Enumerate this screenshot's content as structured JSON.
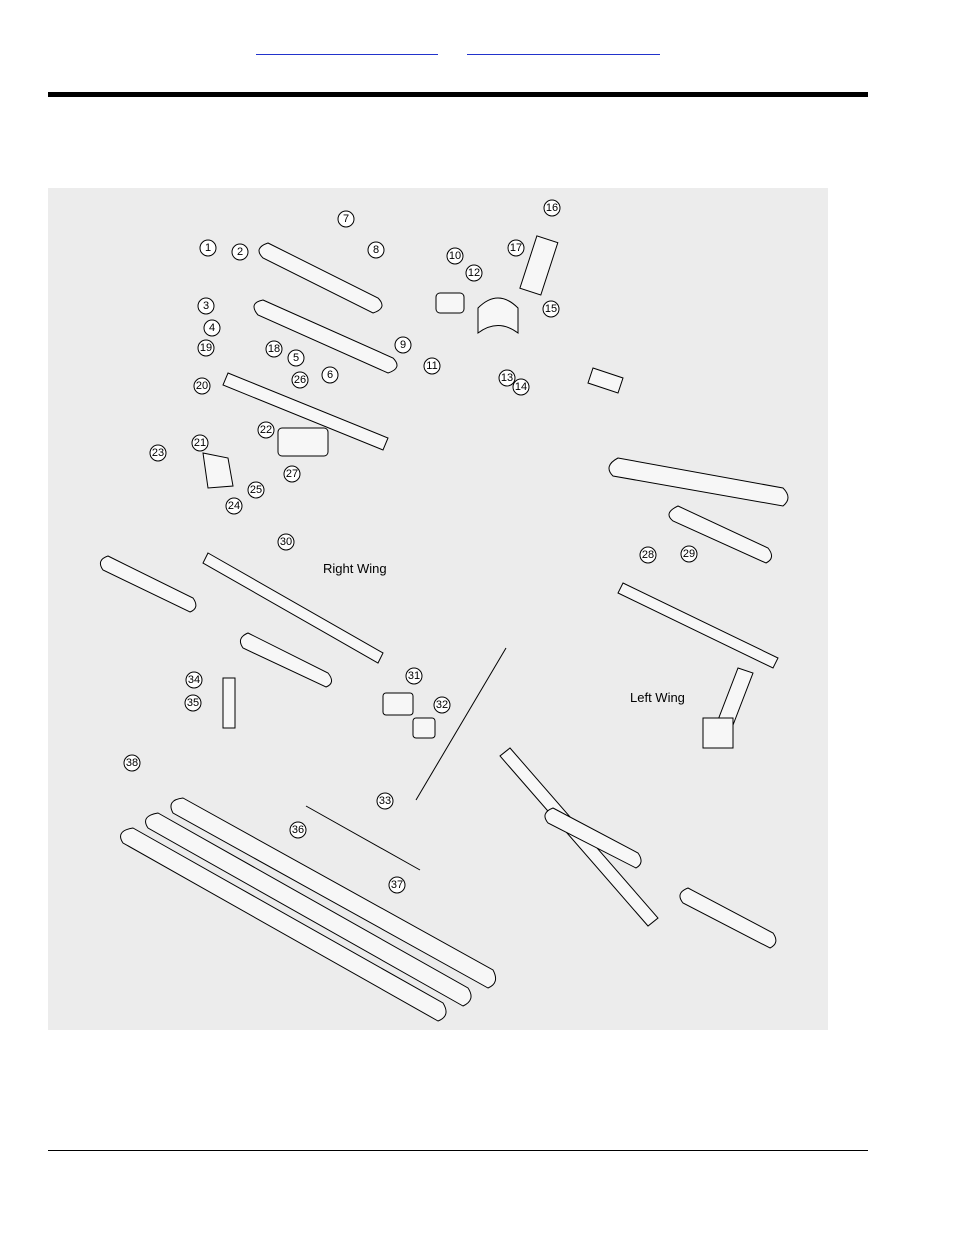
{
  "header": {
    "links": [
      "",
      ""
    ]
  },
  "diagram": {
    "labels": {
      "right_wing": "Right Wing",
      "left_wing": "Left Wing"
    },
    "callouts": [
      "1",
      "2",
      "3",
      "4",
      "5",
      "6",
      "7",
      "8",
      "9",
      "10",
      "11",
      "12",
      "13",
      "14",
      "15",
      "16",
      "17",
      "18",
      "19",
      "20",
      "21",
      "22",
      "23",
      "24",
      "25",
      "26",
      "27",
      "28",
      "29",
      "30",
      "31",
      "32",
      "33",
      "34",
      "35",
      "36",
      "37",
      "38"
    ]
  }
}
